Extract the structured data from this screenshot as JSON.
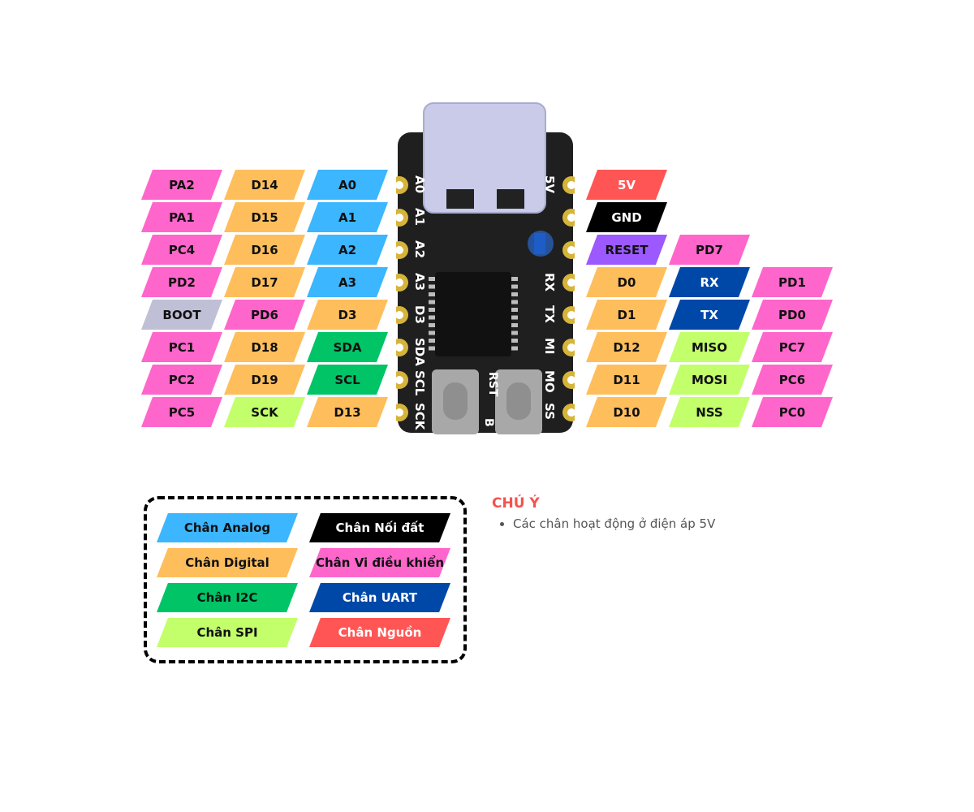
{
  "colors": {
    "analog": "#3bb6ff",
    "digital": "#ffbe5c",
    "mcu": "#ff66cc",
    "boot": "#bfbfd6",
    "i2c": "#00c466",
    "spi": "#c2ff6b",
    "power": "#ff5655",
    "ground": "#000000",
    "reset": "#9b59ff",
    "uart": "#0048a8"
  },
  "left_pins": [
    [
      "PA2",
      "D14",
      "A0"
    ],
    [
      "PA1",
      "D15",
      "A1"
    ],
    [
      "PC4",
      "D16",
      "A2"
    ],
    [
      "PD2",
      "D17",
      "A3"
    ],
    [
      "BOOT",
      "PD6",
      "D3"
    ],
    [
      "PC1",
      "D18",
      "SDA"
    ],
    [
      "PC2",
      "D19",
      "SCL"
    ],
    [
      "PC5",
      "SCK",
      "D13"
    ]
  ],
  "right_pins": [
    [
      "5V"
    ],
    [
      "GND"
    ],
    [
      "RESET",
      "PD7"
    ],
    [
      "D0",
      "RX",
      "PD1"
    ],
    [
      "D1",
      "TX",
      "PD0"
    ],
    [
      "D12",
      "MISO",
      "PC7"
    ],
    [
      "D11",
      "MOSI",
      "PC6"
    ],
    [
      "D10",
      "NSS",
      "PC0"
    ]
  ],
  "board_labels": {
    "left": [
      "A0",
      "A1",
      "A2",
      "A3",
      "D3",
      "SDA",
      "SCL",
      "SCK"
    ],
    "right": [
      "5V",
      "",
      "",
      "RX",
      "TX",
      "MI",
      "MO",
      "SS"
    ],
    "rst": "RST",
    "boot": "B"
  },
  "legend": [
    {
      "label": "Chân Analog",
      "color": "#3bb6ff",
      "light": false
    },
    {
      "label": "Chân Nối đất",
      "color": "#000000",
      "light": true
    },
    {
      "label": "Chân Digital",
      "color": "#ffbe5c",
      "light": false
    },
    {
      "label": "Chân Vi điều khiển",
      "color": "#ff66cc",
      "light": false
    },
    {
      "label": "Chân I2C",
      "color": "#00c466",
      "light": false
    },
    {
      "label": "Chân UART",
      "color": "#0048a8",
      "light": true
    },
    {
      "label": "Chân SPI",
      "color": "#c2ff6b",
      "light": false
    },
    {
      "label": "Chân Nguồn",
      "color": "#ff5655",
      "light": true
    }
  ],
  "note": {
    "title": "CHÚ Ý",
    "items": [
      "Các chân hoạt động ở điện áp 5V"
    ]
  }
}
